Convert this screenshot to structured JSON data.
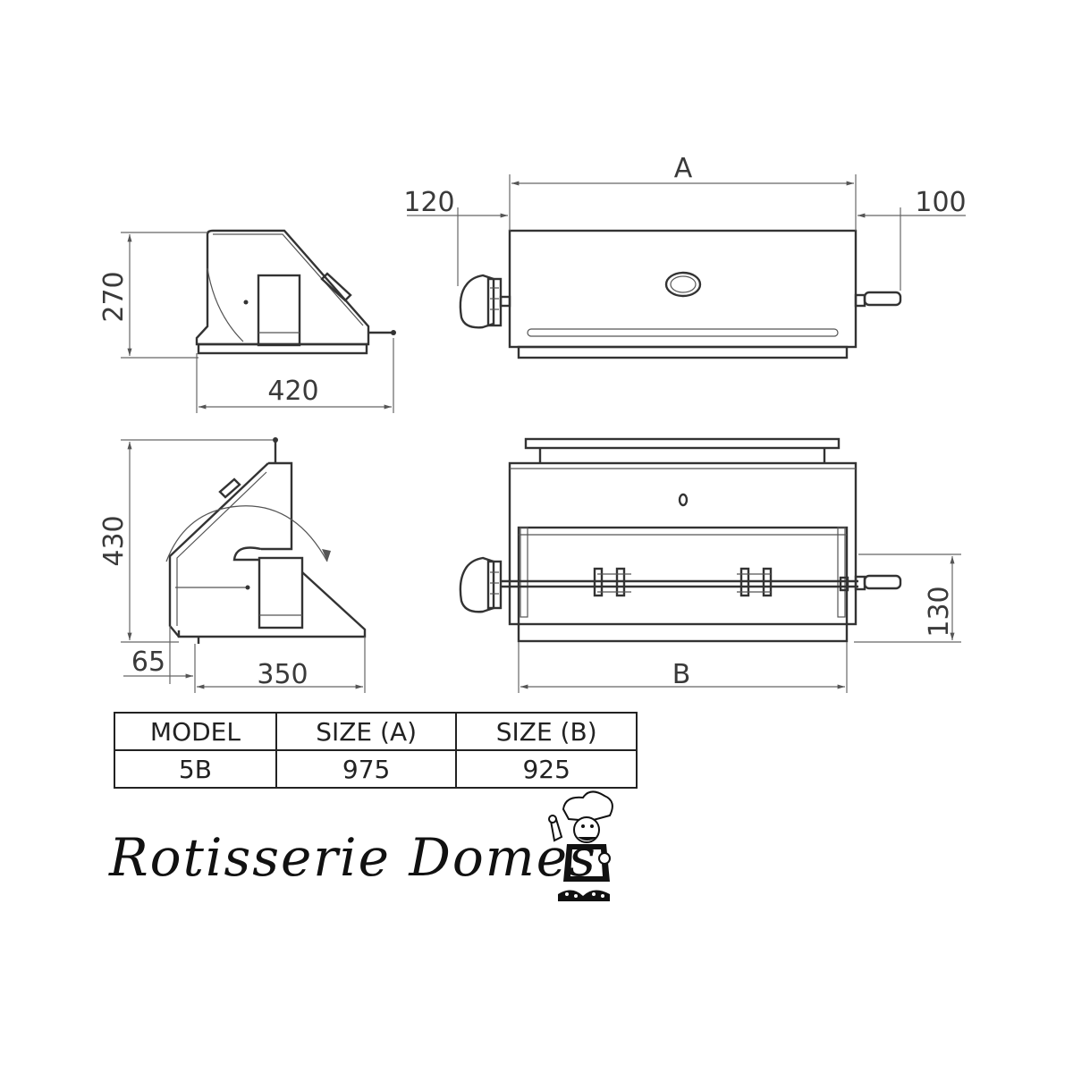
{
  "dimensions": {
    "side_top_height": "270",
    "side_top_depth": "420",
    "front_left_offset": "120",
    "front_right_offset": "100",
    "size_a_label": "A",
    "side_bottom_height": "430",
    "side_bottom_offset": "65",
    "side_bottom_depth": "350",
    "spit_height": "130",
    "size_b_label": "B"
  },
  "table": {
    "headers": [
      "MODEL",
      "SIZE (A)",
      "SIZE (B)"
    ],
    "rows": [
      [
        "5B",
        "975",
        "925"
      ]
    ]
  },
  "brand": {
    "name": "Rotisserie Domes",
    "mascot": "chef-mascot-icon"
  }
}
